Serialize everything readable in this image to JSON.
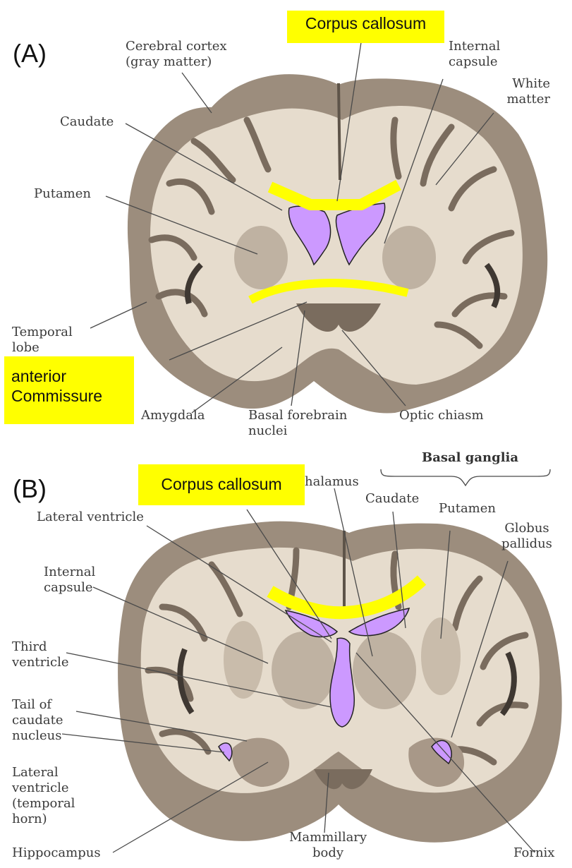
{
  "panel_a": {
    "letter": "(A)",
    "highlight_top": "Corpus callosum",
    "highlight_bottom_line1": "anterior",
    "highlight_bottom_line2": "Commissure",
    "labels": {
      "cerebral_cortex": "Cerebral cortex\n(gray matter)",
      "internal_capsule": "Internal\ncapsule",
      "white_matter": "White\nmatter",
      "caudate": "Caudate",
      "putamen": "Putamen",
      "temporal_lobe": "Temporal\nlobe",
      "amygdala": "Amygdala",
      "basal_forebrain": "Basal forebrain\nnuclei",
      "optic_chiasm": "Optic chiasm"
    }
  },
  "panel_b": {
    "letter": "(B)",
    "highlight_top": "Corpus callosum",
    "labels": {
      "thalamus_partial": "halamus",
      "basal_ganglia": "Basal ganglia",
      "caudate": "Caudate",
      "putamen": "Putamen",
      "globus_pallidus": "Globus\npallidus",
      "lateral_ventricle": "Lateral ventricle",
      "internal_capsule": "Internal\ncapsule",
      "third_ventricle": "Third\nventricle",
      "tail_caudate": "Tail of\ncaudate\nnucleus",
      "lateral_ventricle_temporal": "Lateral\nventricle\n(temporal\nhorn)",
      "hippocampus": "Hippocampus",
      "mammillary_body": "Mammillary\nbody",
      "fornix": "Fornix"
    }
  },
  "colors": {
    "highlight": "#ffff00",
    "ventricle": "#cc99ff",
    "white_matter": "#e6dccd",
    "gray_matter": "#9c8d7d",
    "dark_matter": "#5e5449",
    "leader_line": "#4a4a4a"
  }
}
